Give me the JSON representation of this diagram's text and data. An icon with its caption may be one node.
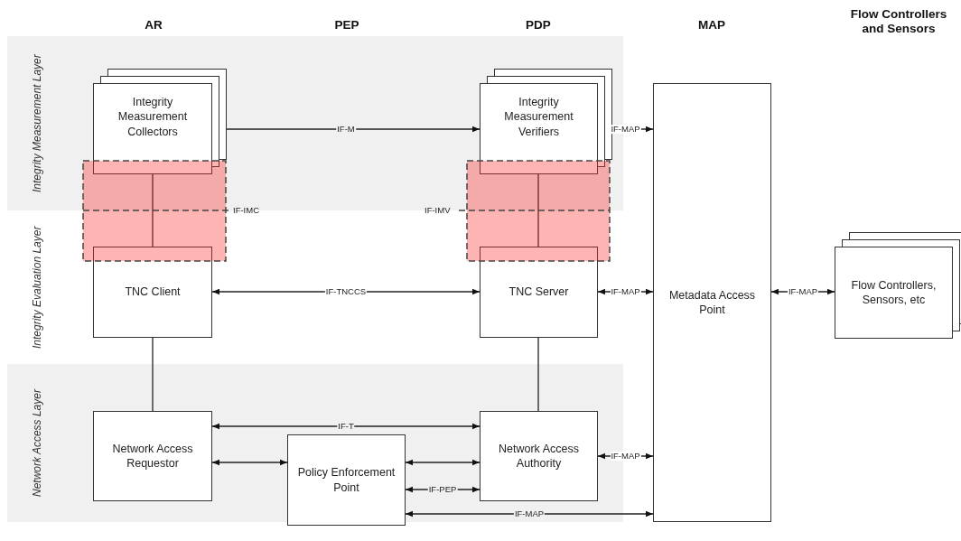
{
  "diagram": {
    "nodes": [
      {
        "text": [
          "Integrity Measurement Layer"
        ]
      },
      {
        "text": [
          "Integrity Measurement Collectors"
        ],
        "in": 0
      },
      {
        "text": [
          "Integrity Measurement Verifiers"
        ],
        "in": 0
      },
      {
        "text": [
          "Integrity Evaluation Layer"
        ]
      },
      {
        "text": [
          "TNC Client"
        ],
        "in": 3
      },
      {
        "text": [
          "TNC Server"
        ],
        "in": 3
      },
      {
        "text": [
          "Network Access Layer"
        ]
      },
      {
        "text": [
          "Network Access Requestor"
        ],
        "in": 6
      },
      {
        "text": [
          "Policy Enforcement Point"
        ],
        "in": 6
      },
      {
        "text": [
          "Network Access Authority"
        ],
        "in": 6
      },
      {
        "text": [
          "Metadata Access Point"
        ]
      },
      {
        "text": [
          "Flow Controllers, Sensors, etc"
        ]
      }
    ],
    "edges": [
      {
        "from": 1,
        "to": 2,
        "arrow": "both",
        "label": "IF-M"
      },
      {
        "from": 1,
        "to": 4,
        "arrow": "none"
      },
      {
        "from": 2,
        "to": 5,
        "arrow": "none"
      },
      {
        "from": 2,
        "to": 10,
        "arrow": "both",
        "label": "IF-MAP"
      },
      {
        "from": 4,
        "to": 5,
        "arrow": "both",
        "label": "IF-TNCCS"
      },
      {
        "from": 5,
        "to": 10,
        "arrow": "both",
        "label": "IF-MAP"
      },
      {
        "from": 10,
        "to": 11,
        "arrow": "both",
        "label": "IF-MAP"
      },
      {
        "from": 4,
        "to": 7,
        "arrow": "none"
      },
      {
        "from": 5,
        "to": 9,
        "arrow": "none"
      },
      {
        "from": 7,
        "to": 9,
        "arrow": "both",
        "label": "IF-T"
      },
      {
        "from": 7,
        "to": 8,
        "arrow": "both"
      },
      {
        "from": 8,
        "to": 9,
        "arrow": "both"
      },
      {
        "from": 9,
        "to": 10,
        "arrow": "both",
        "label": "IF-MAP"
      },
      {
        "from": 8,
        "to": 9,
        "arrow": "both",
        "label": "IF-PEP"
      },
      {
        "from": 8,
        "to": 10,
        "arrow": "both",
        "label": "IF-MAP"
      }
    ],
    "labels": [
      "AR",
      "PEP",
      "PDP",
      "MAP",
      "Flow Controllers and Sensors",
      "IF-IMC",
      "IF-IMV"
    ]
  }
}
